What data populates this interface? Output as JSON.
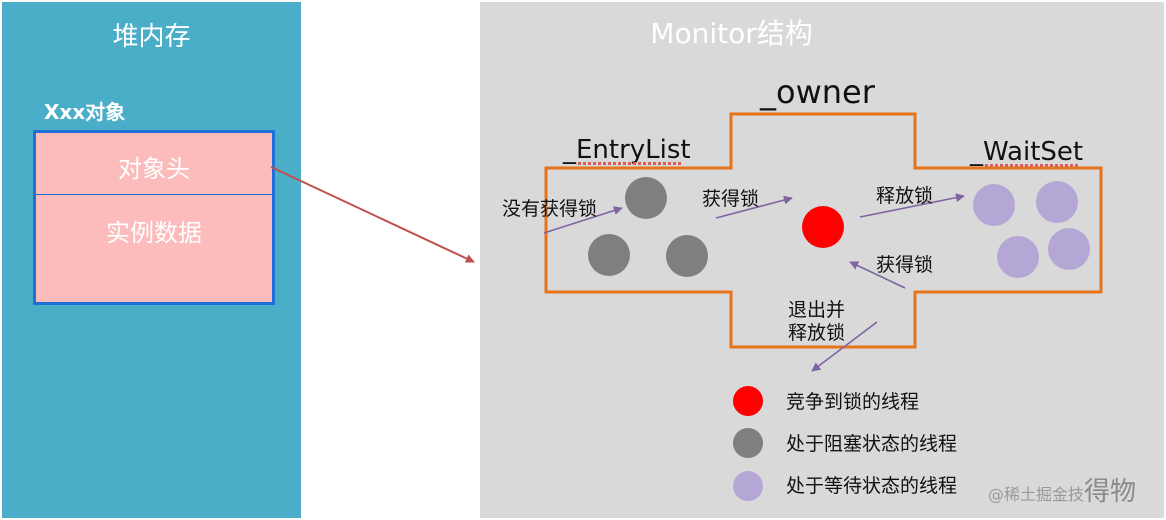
{
  "heap": {
    "title": "堆内存",
    "object_label": "Xxx对象",
    "header_label": "对象头",
    "data_label": "实例数据"
  },
  "monitor": {
    "title": "Monitor结构",
    "owner_label": "_owner",
    "entrylist_label": "_EntryList",
    "waitset_label": "_WaitSet"
  },
  "arrows": {
    "no_lock": "没有获得锁",
    "acquire_to_owner": "获得锁",
    "release_to_waitset": "释放锁",
    "acquire_from_waitset": "获得锁",
    "exit_line1": "退出并",
    "exit_line2": "释放锁"
  },
  "legend": {
    "items": [
      {
        "label": "竞争到锁的线程",
        "color": "#ff0000"
      },
      {
        "label": "处于阻塞状态的线程",
        "color": "#7f7f7f"
      },
      {
        "label": "处于等待状态的线程",
        "color": "#b4a7d6"
      }
    ]
  },
  "watermark": {
    "prefix": "@稀土掘金技",
    "big_text": "得物"
  },
  "colors": {
    "heap_bg": "#4aaec8",
    "monitor_bg": "#d9d9d9",
    "object_fill": "#fcbcbc",
    "object_border": "#1f6fd6",
    "frame_stroke": "#e8741a",
    "pointer_arrow": "#c0504d",
    "flow_arrow": "#8064a2"
  }
}
